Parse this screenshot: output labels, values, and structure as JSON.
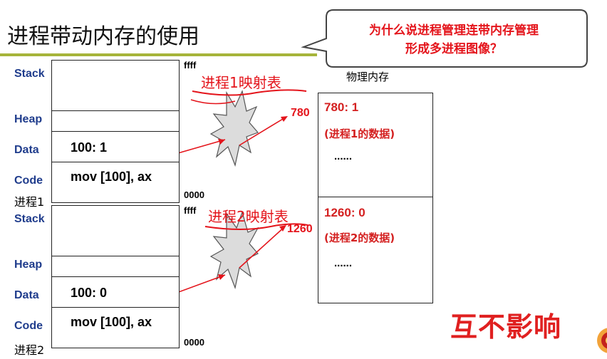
{
  "slide": {
    "title": "进程带动内存的使用"
  },
  "callout": {
    "line1": "为什么说进程管理连带内存管理",
    "line2": "形成多进程图像？"
  },
  "process1": {
    "segments": {
      "stack": "Stack",
      "heap": "Heap",
      "data": "Data",
      "code": "Code"
    },
    "name": "进程1",
    "addr_top": "ffff",
    "addr_bottom": "0000",
    "data_cell": "100:  1",
    "code_cell": "mov [100], ax",
    "map_label": "进程1映射表",
    "mapped_address": "780"
  },
  "process2": {
    "segments": {
      "stack": "Stack",
      "heap": "Heap",
      "data": "Data",
      "code": "Code"
    },
    "name": "进程2",
    "addr_top": "ffff",
    "addr_bottom": "0000",
    "data_cell": "100:  0",
    "code_cell": "mov [100], ax",
    "map_label": "进程2映射表",
    "mapped_address": "1260"
  },
  "physical_memory": {
    "label": "物理内存",
    "block1": {
      "entry": "780:  1",
      "note": "(进程1的数据)",
      "ellipsis": "......"
    },
    "block2": {
      "entry": "1260:  0",
      "note": "(进程2的数据)",
      "ellipsis": "......"
    }
  },
  "conclusion": "互不影响",
  "colors": {
    "accent_red": "#e4141b",
    "segment_blue": "#1f3c8c",
    "title_rule": "#a6b43a"
  }
}
